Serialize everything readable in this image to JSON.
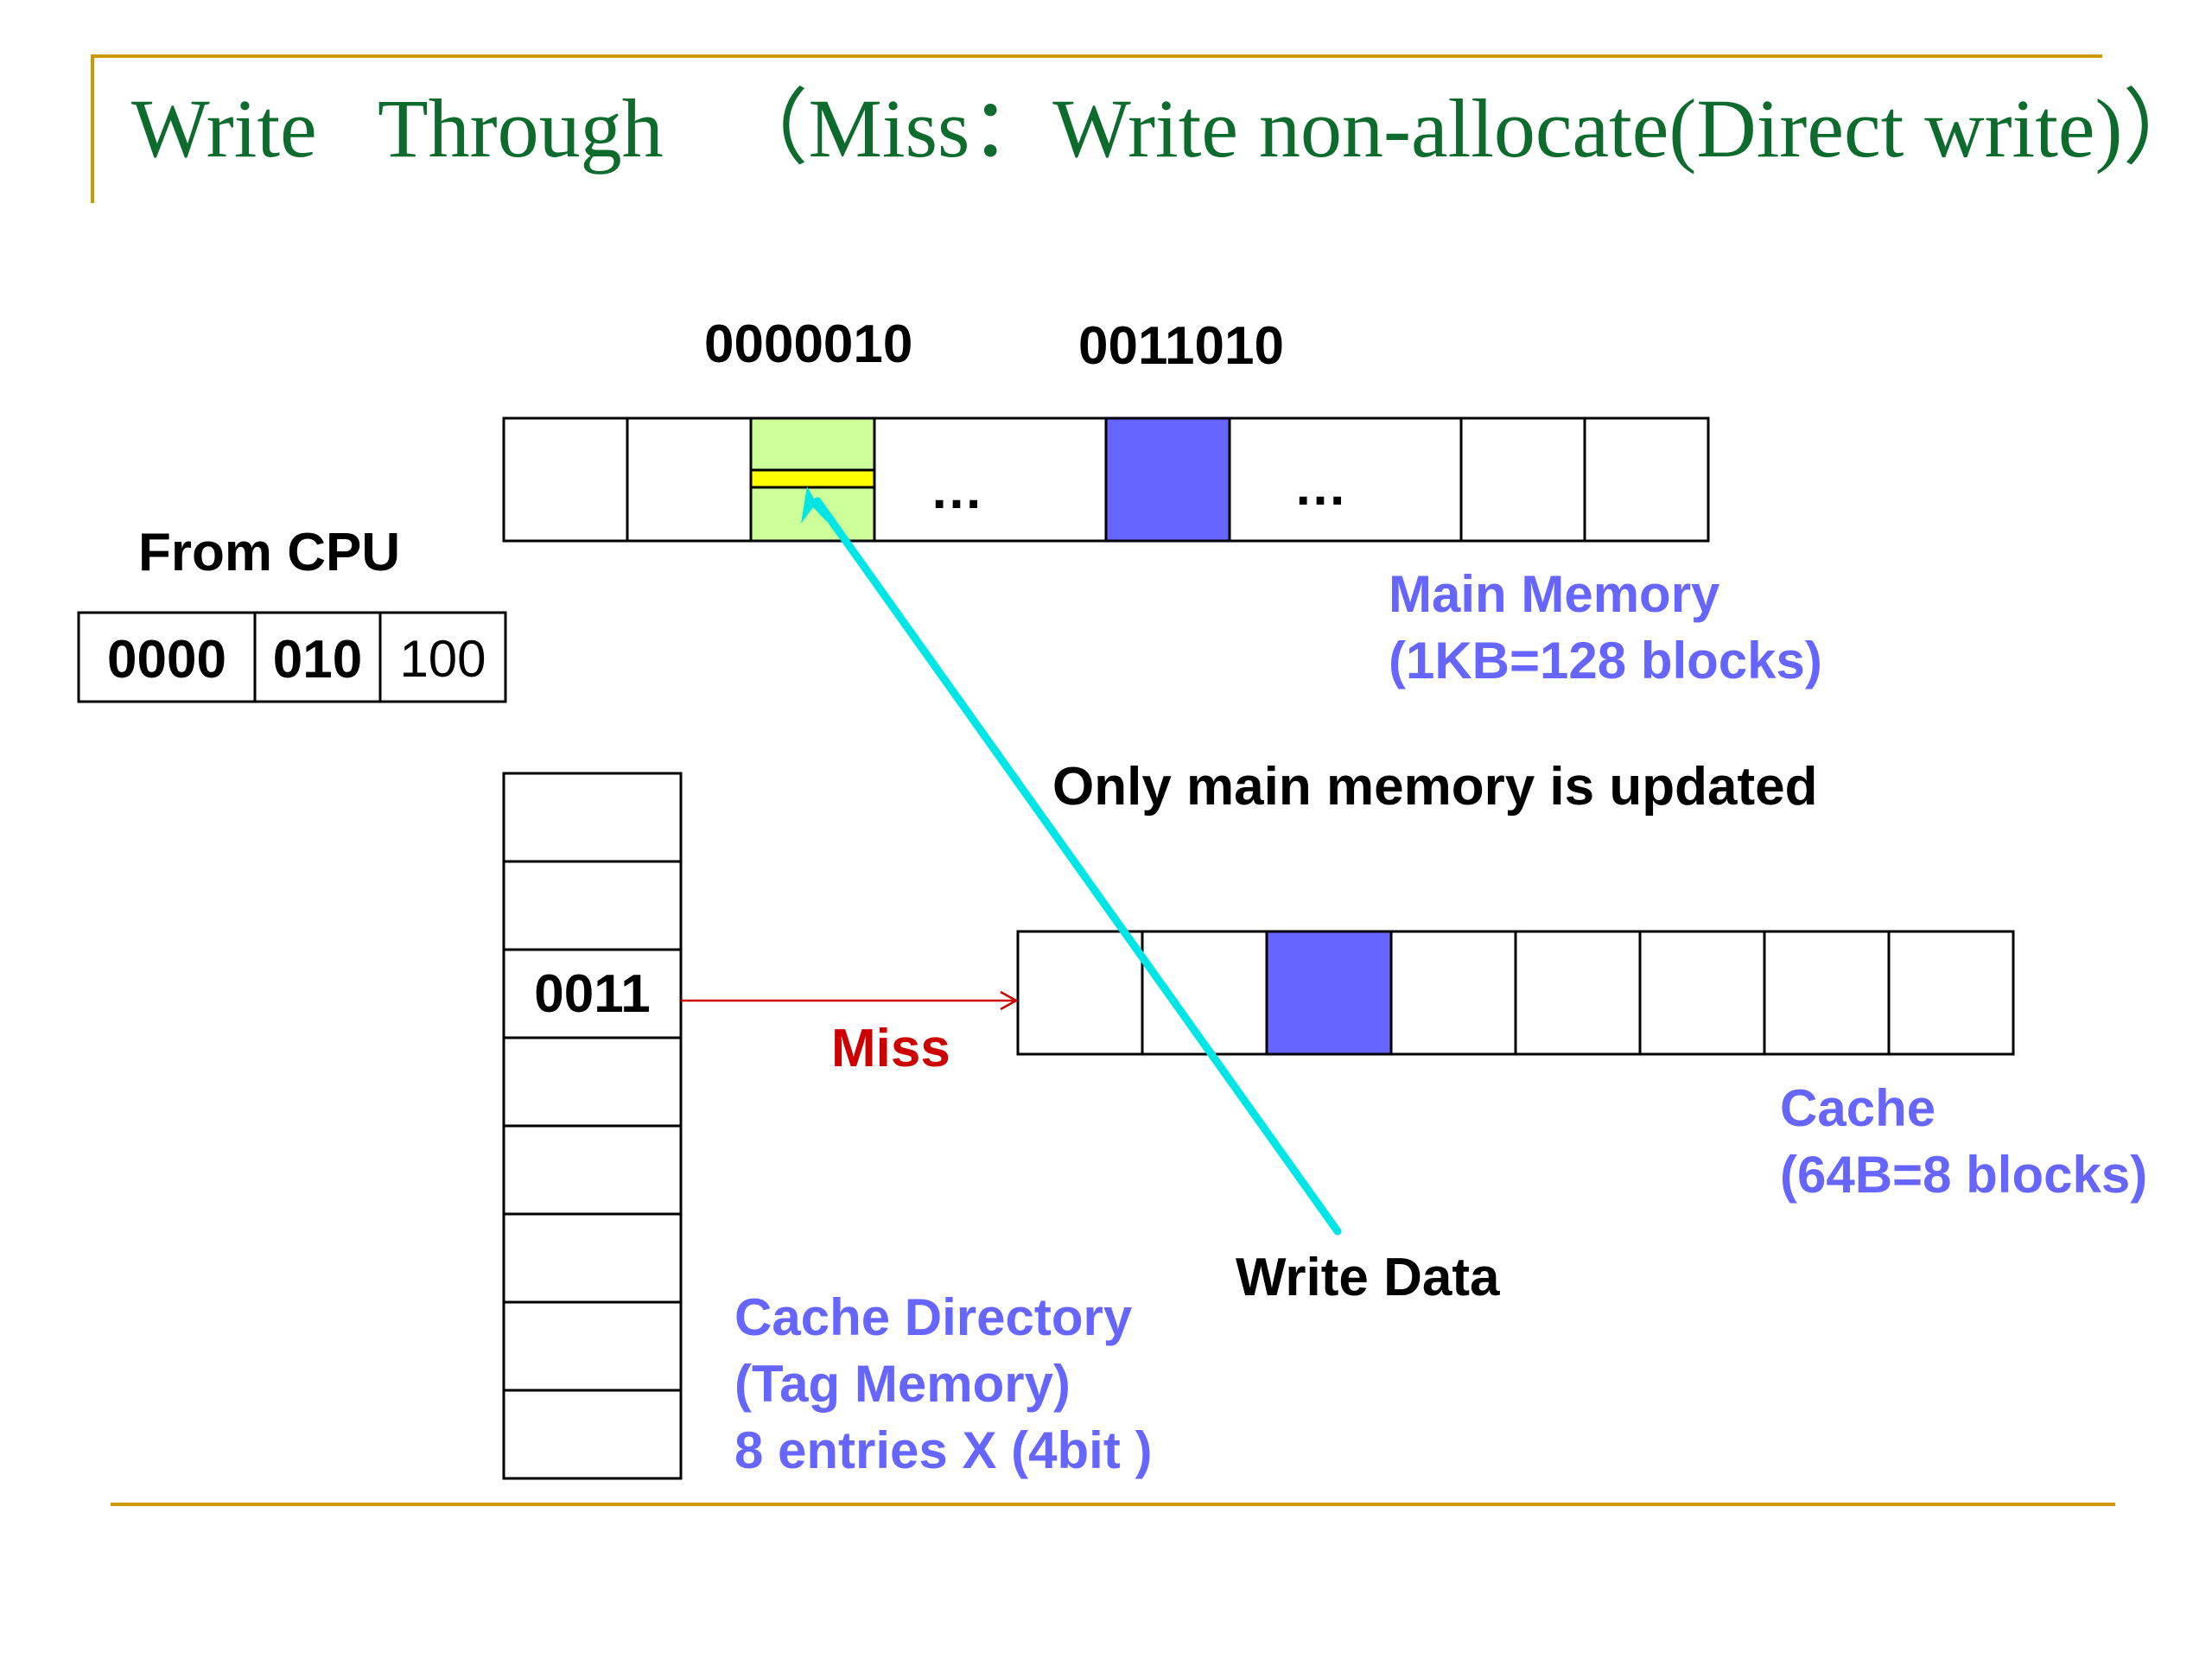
{
  "slide": {
    "title": "Write   Through   （Miss：Write non-allocate(Direct write)）"
  },
  "main_memory": {
    "address_labels": [
      "0000010",
      "0011010"
    ],
    "ellipsis": "…",
    "label_line1": "Main Memory",
    "label_line2": "(1KB=128 blocks)"
  },
  "cpu_address": {
    "heading": "From CPU",
    "fields": [
      "0000",
      "010",
      "100"
    ]
  },
  "cache_directory": {
    "tag_value": "0011",
    "label_line1": "Cache Directory",
    "label_line2": "(Tag Memory)",
    "label_line3": "8 entries X (4bit )"
  },
  "cache": {
    "label_line1": "Cache",
    "label_line2": "(64B=8 blocks)"
  },
  "annotations": {
    "miss": "Miss",
    "only_main_updated": "Only main memory is updated",
    "write_data": "Write Data"
  },
  "colors": {
    "title_green": "#0d6b2d",
    "rule_gold": "#cc9900",
    "label_blue": "#6666ff",
    "block_blue": "#6666ff",
    "block_green": "#ccff99",
    "write_stripe": "#ffff00",
    "miss_red": "#cc0000",
    "arrow_cyan": "#00e5e5"
  }
}
